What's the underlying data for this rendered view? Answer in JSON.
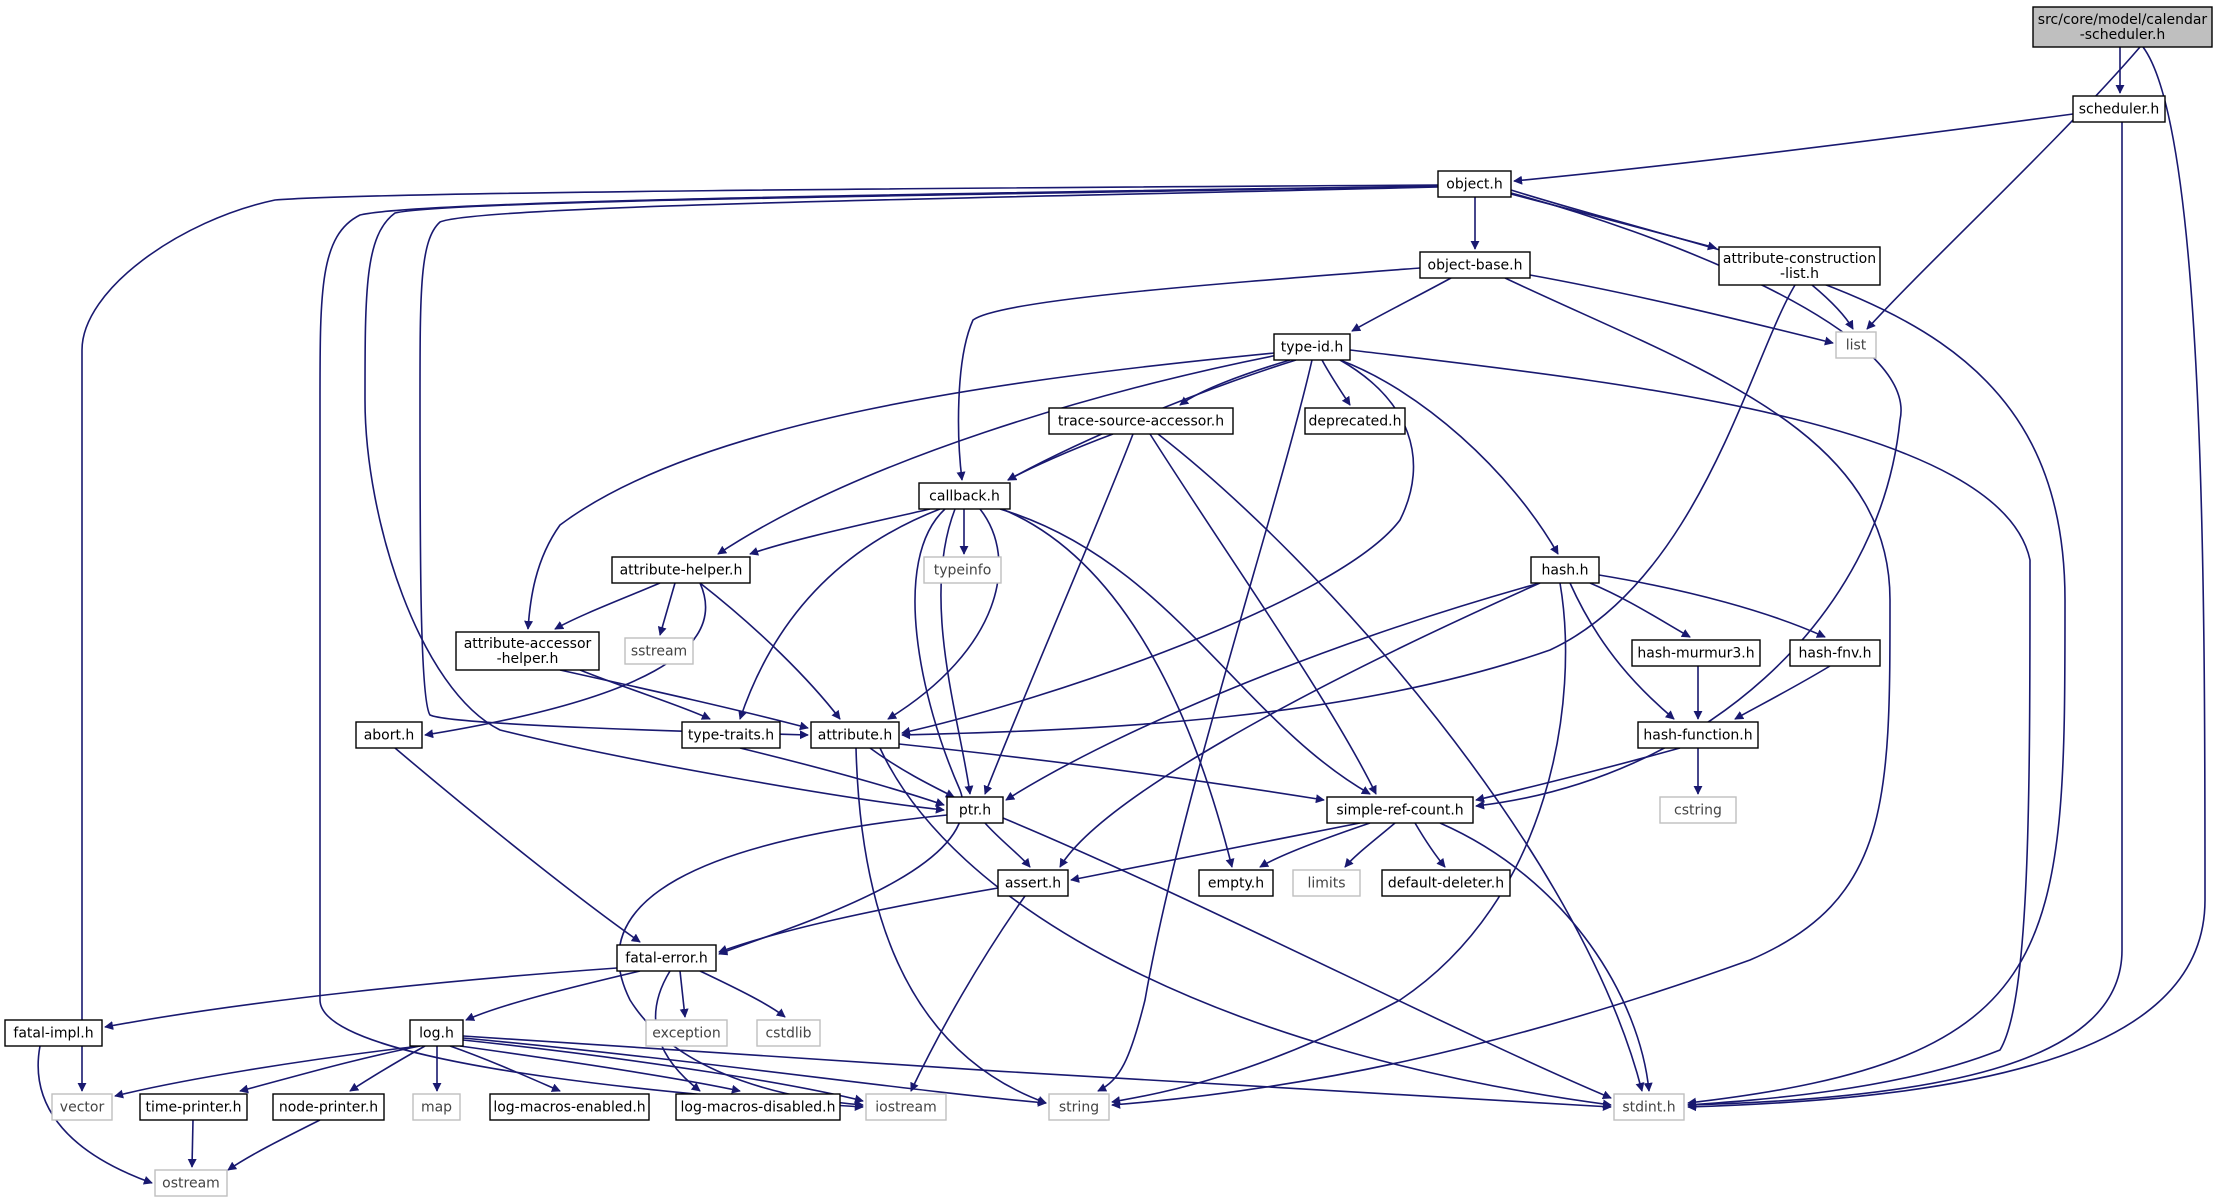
{
  "colors": {
    "edge": "#191970",
    "root_fill": "#bfbfbf",
    "node_border": "#000000",
    "external_border": "#bfbfbf",
    "background": "#ffffff"
  },
  "graph": {
    "nodes": [
      {
        "id": "root",
        "lines": [
          "src/core/model/calendar",
          "-scheduler.h"
        ],
        "kind": "root"
      },
      {
        "id": "scheduler",
        "lines": [
          "scheduler.h"
        ],
        "kind": "file"
      },
      {
        "id": "object",
        "lines": [
          "object.h"
        ],
        "kind": "file"
      },
      {
        "id": "object_base",
        "lines": [
          "object-base.h"
        ],
        "kind": "file"
      },
      {
        "id": "attr_cons",
        "lines": [
          "attribute-construction",
          "-list.h"
        ],
        "kind": "file"
      },
      {
        "id": "list",
        "lines": [
          "list"
        ],
        "kind": "external"
      },
      {
        "id": "type_id",
        "lines": [
          "type-id.h"
        ],
        "kind": "file"
      },
      {
        "id": "trace_src",
        "lines": [
          "trace-source-accessor.h"
        ],
        "kind": "file"
      },
      {
        "id": "deprecated",
        "lines": [
          "deprecated.h"
        ],
        "kind": "file"
      },
      {
        "id": "callback",
        "lines": [
          "callback.h"
        ],
        "kind": "file"
      },
      {
        "id": "attr_helper",
        "lines": [
          "attribute-helper.h"
        ],
        "kind": "file"
      },
      {
        "id": "typeinfo",
        "lines": [
          "typeinfo"
        ],
        "kind": "external"
      },
      {
        "id": "hash",
        "lines": [
          "hash.h"
        ],
        "kind": "file"
      },
      {
        "id": "attr_acc",
        "lines": [
          "attribute-accessor",
          "-helper.h"
        ],
        "kind": "file"
      },
      {
        "id": "sstream",
        "lines": [
          "sstream"
        ],
        "kind": "external"
      },
      {
        "id": "hash_mm",
        "lines": [
          "hash-murmur3.h"
        ],
        "kind": "file"
      },
      {
        "id": "hash_fnv",
        "lines": [
          "hash-fnv.h"
        ],
        "kind": "file"
      },
      {
        "id": "abort",
        "lines": [
          "abort.h"
        ],
        "kind": "file"
      },
      {
        "id": "type_traits",
        "lines": [
          "type-traits.h"
        ],
        "kind": "file"
      },
      {
        "id": "attribute",
        "lines": [
          "attribute.h"
        ],
        "kind": "file"
      },
      {
        "id": "hash_func",
        "lines": [
          "hash-function.h"
        ],
        "kind": "file"
      },
      {
        "id": "ptr",
        "lines": [
          "ptr.h"
        ],
        "kind": "file"
      },
      {
        "id": "src",
        "lines": [
          "simple-ref-count.h"
        ],
        "kind": "file"
      },
      {
        "id": "cstring",
        "lines": [
          "cstring"
        ],
        "kind": "external"
      },
      {
        "id": "assert",
        "lines": [
          "assert.h"
        ],
        "kind": "file"
      },
      {
        "id": "empty",
        "lines": [
          "empty.h"
        ],
        "kind": "file"
      },
      {
        "id": "limits",
        "lines": [
          "limits"
        ],
        "kind": "external"
      },
      {
        "id": "deleter",
        "lines": [
          "default-deleter.h"
        ],
        "kind": "file"
      },
      {
        "id": "fatal_err",
        "lines": [
          "fatal-error.h"
        ],
        "kind": "file"
      },
      {
        "id": "fatal_impl",
        "lines": [
          "fatal-impl.h"
        ],
        "kind": "file"
      },
      {
        "id": "exception",
        "lines": [
          "exception"
        ],
        "kind": "external"
      },
      {
        "id": "cstdlib",
        "lines": [
          "cstdlib"
        ],
        "kind": "external"
      },
      {
        "id": "log",
        "lines": [
          "log.h"
        ],
        "kind": "file"
      },
      {
        "id": "vector",
        "lines": [
          "vector"
        ],
        "kind": "external"
      },
      {
        "id": "time_pr",
        "lines": [
          "time-printer.h"
        ],
        "kind": "file"
      },
      {
        "id": "node_pr",
        "lines": [
          "node-printer.h"
        ],
        "kind": "file"
      },
      {
        "id": "map",
        "lines": [
          "map"
        ],
        "kind": "external"
      },
      {
        "id": "lme",
        "lines": [
          "log-macros-enabled.h"
        ],
        "kind": "file"
      },
      {
        "id": "lmd",
        "lines": [
          "log-macros-disabled.h"
        ],
        "kind": "file"
      },
      {
        "id": "iostream",
        "lines": [
          "iostream"
        ],
        "kind": "external"
      },
      {
        "id": "string",
        "lines": [
          "string"
        ],
        "kind": "external"
      },
      {
        "id": "stdint",
        "lines": [
          "stdint.h"
        ],
        "kind": "external"
      },
      {
        "id": "ostream",
        "lines": [
          "ostream"
        ],
        "kind": "external"
      }
    ],
    "edges": [
      [
        "root",
        "scheduler"
      ],
      [
        "root",
        "list"
      ],
      [
        "root",
        "stdint"
      ],
      [
        "scheduler",
        "object"
      ],
      [
        "scheduler",
        "stdint"
      ],
      [
        "object",
        "object_base"
      ],
      [
        "object",
        "attr_cons"
      ],
      [
        "object",
        "stdint"
      ],
      [
        "object",
        "src"
      ],
      [
        "object",
        "vector"
      ],
      [
        "object",
        "iostream"
      ],
      [
        "object",
        "ptr"
      ],
      [
        "object",
        "attribute"
      ],
      [
        "object_base",
        "type_id"
      ],
      [
        "object_base",
        "list"
      ],
      [
        "object_base",
        "callback"
      ],
      [
        "object_base",
        "string"
      ],
      [
        "attr_cons",
        "list"
      ],
      [
        "attr_cons",
        "attribute"
      ],
      [
        "type_id",
        "trace_src"
      ],
      [
        "type_id",
        "deprecated"
      ],
      [
        "type_id",
        "callback"
      ],
      [
        "type_id",
        "hash"
      ],
      [
        "type_id",
        "attr_helper"
      ],
      [
        "type_id",
        "attr_acc"
      ],
      [
        "type_id",
        "string"
      ],
      [
        "type_id",
        "stdint"
      ],
      [
        "type_id",
        "attribute"
      ],
      [
        "trace_src",
        "callback"
      ],
      [
        "trace_src",
        "ptr"
      ],
      [
        "trace_src",
        "src"
      ],
      [
        "trace_src",
        "stdint"
      ],
      [
        "callback",
        "attr_helper"
      ],
      [
        "callback",
        "typeinfo"
      ],
      [
        "callback",
        "attribute"
      ],
      [
        "callback",
        "type_traits"
      ],
      [
        "callback",
        "ptr"
      ],
      [
        "callback",
        "src"
      ],
      [
        "callback",
        "empty"
      ],
      [
        "callback",
        "fatal_err"
      ],
      [
        "attr_helper",
        "attr_acc"
      ],
      [
        "attr_helper",
        "sstream"
      ],
      [
        "attr_helper",
        "attribute"
      ],
      [
        "attr_helper",
        "abort"
      ],
      [
        "attr_acc",
        "attribute"
      ],
      [
        "attr_acc",
        "type_traits"
      ],
      [
        "hash",
        "hash_mm"
      ],
      [
        "hash",
        "hash_fnv"
      ],
      [
        "hash",
        "hash_func"
      ],
      [
        "hash",
        "ptr"
      ],
      [
        "hash",
        "assert"
      ],
      [
        "hash",
        "string"
      ],
      [
        "hash_mm",
        "hash_func"
      ],
      [
        "hash_fnv",
        "hash_func"
      ],
      [
        "hash_func",
        "src"
      ],
      [
        "hash_func",
        "cstring"
      ],
      [
        "abort",
        "fatal_err"
      ],
      [
        "type_traits",
        "ptr"
      ],
      [
        "attribute",
        "ptr"
      ],
      [
        "attribute",
        "src"
      ],
      [
        "attribute",
        "string"
      ],
      [
        "attribute",
        "stdint"
      ],
      [
        "ptr",
        "assert"
      ],
      [
        "ptr",
        "stdint"
      ],
      [
        "ptr",
        "iostream"
      ],
      [
        "src",
        "assert"
      ],
      [
        "src",
        "empty"
      ],
      [
        "src",
        "limits"
      ],
      [
        "src",
        "deleter"
      ],
      [
        "src",
        "stdint"
      ],
      [
        "assert",
        "fatal_err"
      ],
      [
        "assert",
        "iostream"
      ],
      [
        "fatal_err",
        "fatal_impl"
      ],
      [
        "fatal_err",
        "log"
      ],
      [
        "fatal_err",
        "exception"
      ],
      [
        "fatal_err",
        "cstdlib"
      ],
      [
        "fatal_err",
        "lmd"
      ],
      [
        "fatal_impl",
        "ostream"
      ],
      [
        "log",
        "vector"
      ],
      [
        "log",
        "time_pr"
      ],
      [
        "log",
        "node_pr"
      ],
      [
        "log",
        "map"
      ],
      [
        "log",
        "lme"
      ],
      [
        "log",
        "lmd"
      ],
      [
        "log",
        "iostream"
      ],
      [
        "log",
        "string"
      ],
      [
        "log",
        "stdint"
      ],
      [
        "time_pr",
        "ostream"
      ],
      [
        "node_pr",
        "ostream"
      ]
    ]
  }
}
